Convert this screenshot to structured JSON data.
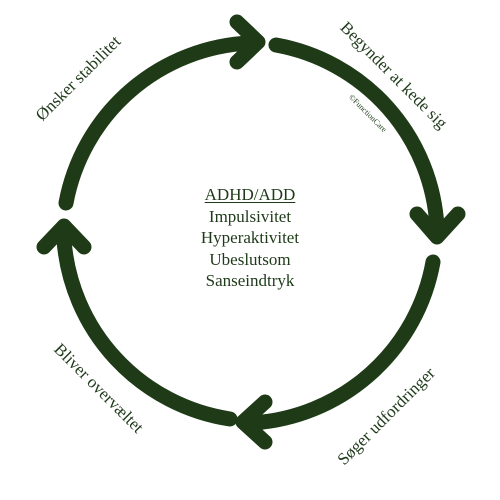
{
  "colors": {
    "primary": "#1e3a17"
  },
  "stages": [
    "Begynder at kede sig",
    "Søger udfordringer",
    "Bliver overvæltet",
    "Ønsker stabilitet"
  ],
  "watermark": "©FunctionCare",
  "center": {
    "title": "ADHD/ADD",
    "items": [
      "Impulsivitet",
      "Hyperaktivitet",
      "Ubeslutsom",
      "Sanseindtryk"
    ]
  }
}
